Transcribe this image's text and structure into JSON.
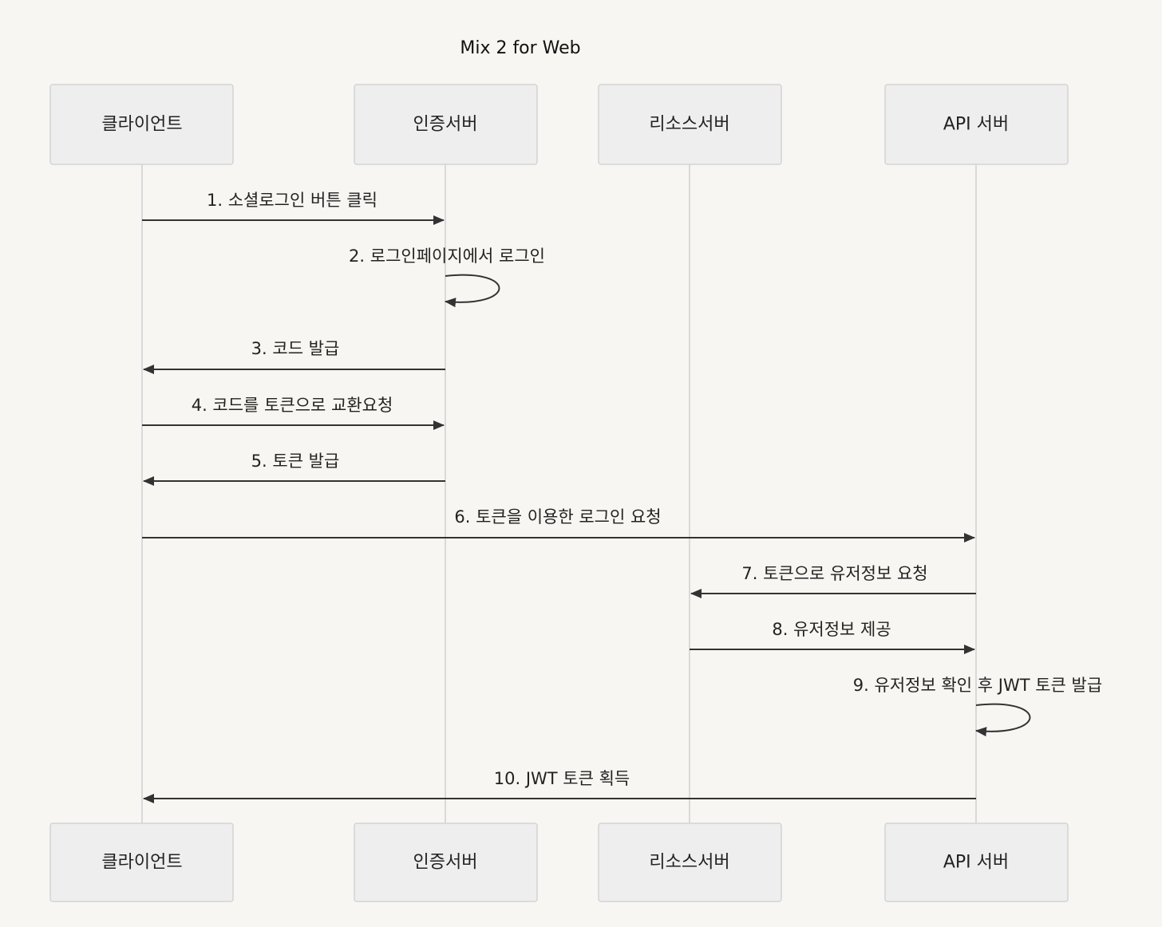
{
  "diagram": {
    "title": "Mix 2 for Web",
    "actors": [
      {
        "id": "client",
        "label": "클라이언트"
      },
      {
        "id": "auth",
        "label": "인증서버"
      },
      {
        "id": "resource",
        "label": "리소스서버"
      },
      {
        "id": "api",
        "label": "API 서버"
      }
    ],
    "messages": [
      {
        "from": "client",
        "to": "auth",
        "label": "1. 소셜로그인 버튼 클릭"
      },
      {
        "from": "auth",
        "to": "auth",
        "label": "2. 로그인페이지에서 로그인"
      },
      {
        "from": "auth",
        "to": "client",
        "label": "3. 코드 발급"
      },
      {
        "from": "client",
        "to": "auth",
        "label": "4. 코드를 토큰으로 교환요청"
      },
      {
        "from": "auth",
        "to": "client",
        "label": "5. 토큰 발급"
      },
      {
        "from": "client",
        "to": "api",
        "label": "6. 토큰을 이용한 로그인 요청"
      },
      {
        "from": "api",
        "to": "resource",
        "label": "7. 토큰으로 유저정보 요청"
      },
      {
        "from": "resource",
        "to": "api",
        "label": "8. 유저정보 제공"
      },
      {
        "from": "api",
        "to": "api",
        "label": "9. 유저정보 확인 후 JWT 토큰 발급"
      },
      {
        "from": "api",
        "to": "client",
        "label": "10. JWT 토큰 획득"
      }
    ]
  }
}
